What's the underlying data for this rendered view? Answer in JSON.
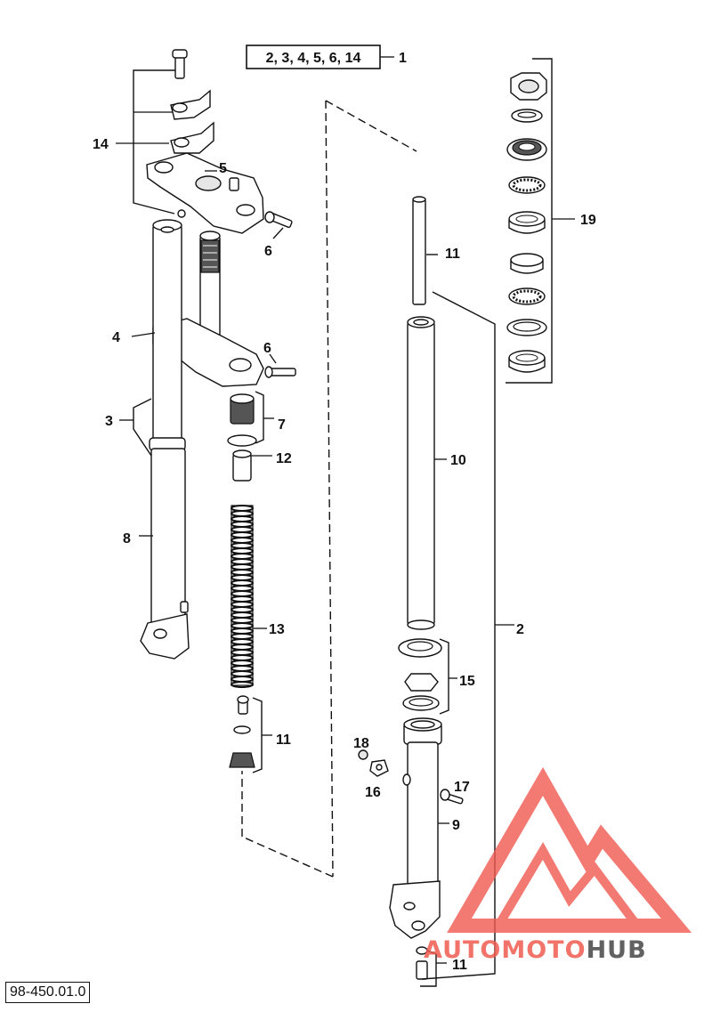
{
  "assembly_ref": {
    "box_text": "2, 3, 4, 5, 6, 14",
    "callout": "1"
  },
  "callouts": {
    "c2": "2",
    "c3": "3",
    "c4": "4",
    "c5": "5",
    "c6a": "6",
    "c6b": "6",
    "c7": "7",
    "c8": "8",
    "c9": "9",
    "c10": "10",
    "c11a": "11",
    "c11b": "11",
    "c11c": "11",
    "c12": "12",
    "c13": "13",
    "c14": "14",
    "c15": "15",
    "c16": "16",
    "c17": "17",
    "c18": "18",
    "c19": "19"
  },
  "footer_code": "98-450.01.0",
  "watermark": {
    "part_a": "AUTOMOTO",
    "part_b": "HUB",
    "accent_color": "#f05a50"
  }
}
